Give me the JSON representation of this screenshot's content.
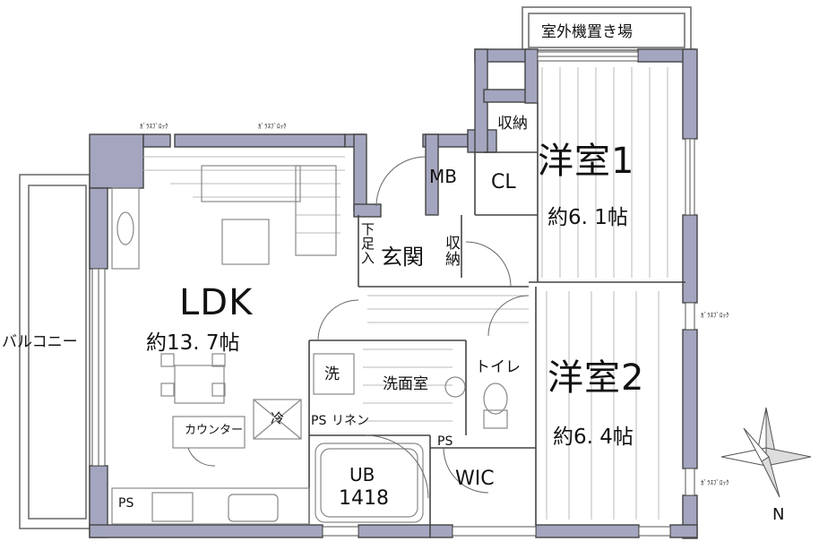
{
  "plan": {
    "rooms": {
      "ldk": {
        "name": "LDK",
        "area": "約13. 7帖"
      },
      "bed1": {
        "name": "洋室1",
        "area": "約6. 1帖"
      },
      "bed2": {
        "name": "洋室2",
        "area": "約6. 4帖"
      },
      "entrance": {
        "name": "玄関"
      },
      "washroom": {
        "name": "洗面室"
      },
      "toilet": {
        "name": "トイレ"
      },
      "bath": {
        "name": "UB",
        "size": "1418"
      },
      "wic": {
        "name": "WIC"
      }
    },
    "labels": {
      "balcony": "バルコニー",
      "outdoor_unit": "室外機置き場",
      "storage_top": "収納",
      "closet": "CL",
      "meter_box": "MB",
      "shoe_box": "下足入",
      "entrance_storage": "収納",
      "washer": "洗",
      "linen": "リネン",
      "ps_kitchen": "PS",
      "ps_wash": "PS",
      "ps_wic": "PS",
      "counter": "カウンター",
      "fridge": "冷",
      "glass_block_1": "ｶﾞﾗｽﾌﾞﾛｯｸ",
      "glass_block_2": "ｶﾞﾗｽﾌﾞﾛｯｸ",
      "glass_block_3": "ｶﾞﾗｽﾌﾞﾛｯｸ",
      "glass_block_4": "ｶﾞﾗｽﾌﾞﾛｯｸ",
      "compass": "N"
    },
    "colors": {
      "wall": "#a4a6bf",
      "wall_stroke": "#444444",
      "line": "#9a9a9a"
    }
  }
}
